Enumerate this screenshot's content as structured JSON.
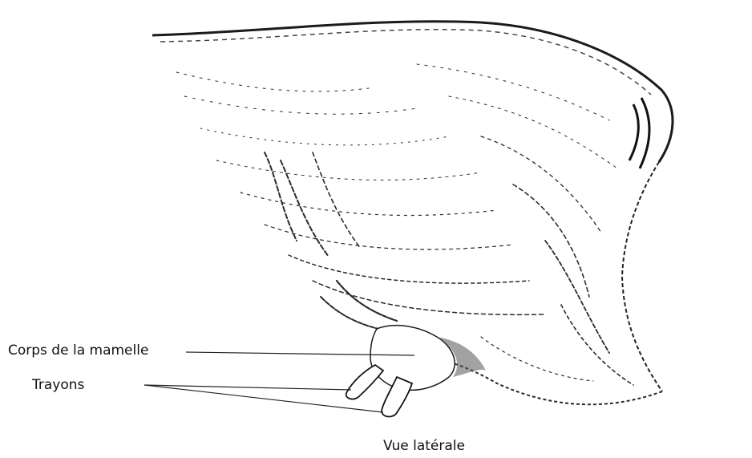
{
  "labels": {
    "corps": "Corps de la mamelle",
    "trayons": "Trayons"
  },
  "caption": "Vue latérale",
  "colors": {
    "ink": "#111111",
    "paper": "#ffffff",
    "shade": "#2a2a2a"
  }
}
